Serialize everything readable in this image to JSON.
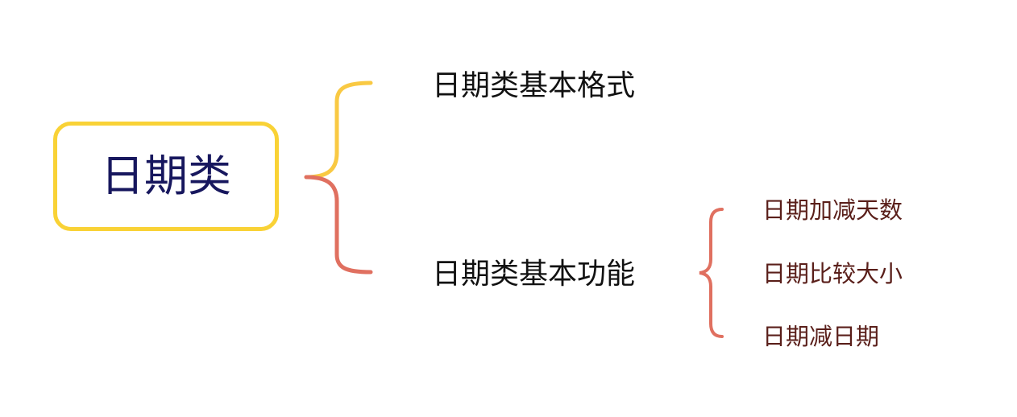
{
  "root": {
    "label": "日期类"
  },
  "branches": [
    {
      "label": "日期类基本格式",
      "children": []
    },
    {
      "label": "日期类基本功能",
      "children": [
        "日期加减天数",
        "日期比较大小",
        "日期减日期"
      ]
    }
  ],
  "colors": {
    "root_border": "#f9d236",
    "root_text": "#17175e",
    "brace_top": "#f9c943",
    "brace_bottom": "#e07060",
    "sub_brace": "#e07060",
    "leaf_text": "#5a1f1a",
    "branch_text": "#111111"
  }
}
